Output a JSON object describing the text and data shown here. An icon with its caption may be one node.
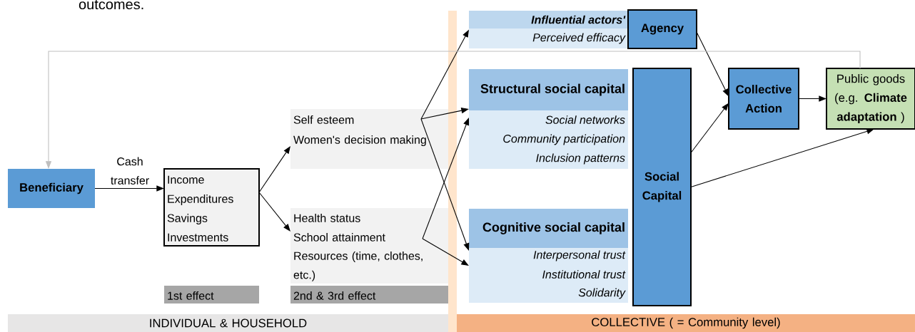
{
  "diagram": {
    "nodes": [
      {
        "text": [
          "Beneficiary"
        ]
      },
      {
        "text": [
          "Income",
          "Expenditures",
          "Savings",
          "Investments"
        ]
      },
      {
        "text": [
          "Self esteem",
          "Women's decision making"
        ]
      },
      {
        "text": [
          "Health status",
          "School attainment",
          "Resources (time, clothes, etc.)"
        ]
      },
      {
        "text": [
          "Influential actors'",
          "Perceived efficacy"
        ]
      },
      {
        "text": [
          "Agency"
        ]
      },
      {
        "text": [
          "Structural social capital",
          "Social networks",
          "Community participation",
          "Inclusion patterns"
        ]
      },
      {
        "text": [
          "Cognitive social capital",
          "Interpersonal trust",
          "Institutional trust",
          "Solidarity"
        ]
      },
      {
        "text": [
          "Social Capital"
        ]
      },
      {
        "text": [
          "Collective Action"
        ]
      },
      {
        "text": [
          "Public goods (e.g. **Climate adaptation** )"
        ]
      },
      {
        "text": [
          "1st effect"
        ]
      },
      {
        "text": [
          "2nd & 3rd effect"
        ]
      },
      {
        "text": [
          "INDIVIDUAL & HOUSEHOLD"
        ]
      },
      {
        "text": [
          "COLLECTIVE ( = Community level)"
        ]
      }
    ],
    "edges": [
      {
        "from": 0,
        "to": 1,
        "arrow": "to",
        "label": "Cash transfer"
      },
      {
        "from": 1,
        "to": 2,
        "arrow": "to"
      },
      {
        "from": 1,
        "to": 3,
        "arrow": "to"
      },
      {
        "from": 2,
        "to": 4,
        "arrow": "to"
      },
      {
        "from": 2,
        "to": 6,
        "arrow": "to"
      },
      {
        "from": 2,
        "to": 7,
        "arrow": "to"
      },
      {
        "from": 3,
        "to": 6,
        "arrow": "to"
      },
      {
        "from": 3,
        "to": 7,
        "arrow": "to"
      },
      {
        "from": 5,
        "to": 9,
        "arrow": "to"
      },
      {
        "from": 8,
        "to": 9,
        "arrow": "to"
      },
      {
        "from": 8,
        "to": 10,
        "arrow": "to"
      },
      {
        "from": 9,
        "to": 10,
        "arrow": "to"
      },
      {
        "from": 10,
        "to": 0,
        "arrow": "to",
        "color": "#bfbfbf"
      }
    ],
    "labels": [
      "outcomes."
    ]
  }
}
